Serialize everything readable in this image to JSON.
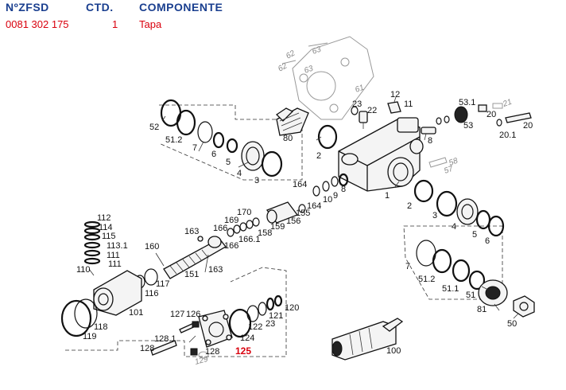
{
  "header": {
    "col_code": "NºZFSD",
    "col_qty": "CTD.",
    "col_component": "COMPONENTE"
  },
  "row": {
    "code": "0081 302 175",
    "qty": "1",
    "component": "Tapa"
  },
  "callouts": {
    "c52": "52",
    "c51_2a": "51.2",
    "c7a": "7",
    "c6a": "6",
    "c5a": "5",
    "c4a": "4",
    "c3a": "3",
    "c80": "80",
    "c2a": "2",
    "c23a": "23",
    "c22": "22",
    "c12": "12",
    "c11": "11",
    "c8a": "8",
    "c53_1": "53.1",
    "c53": "53",
    "c20": "20",
    "c20_1": "20.1",
    "c1": "1",
    "c164a": "164",
    "c10": "10",
    "c9": "9",
    "c8b": "8",
    "c2b": "2",
    "c155": "155",
    "c164b": "164",
    "c156": "156",
    "c159": "159",
    "c170": "170",
    "c169": "169",
    "c166a": "166",
    "c166_1": "166.1",
    "c158": "158",
    "c166b": "166",
    "c163a": "163",
    "c160": "160",
    "c163b": "163",
    "c151": "151",
    "c112": "112",
    "c114": "114",
    "c115": "115",
    "c113_1": "113.1",
    "c111a": "111",
    "c111b": "111",
    "c110": "110",
    "c117": "117",
    "c116": "116",
    "c101": "101",
    "c118": "118",
    "c119": "119",
    "c127": "127",
    "c126": "126",
    "c128_1": "128.1",
    "c128a": "128",
    "c128b": "128",
    "c125": "125",
    "c124": "124",
    "c122": "122",
    "c121": "121",
    "c23b": "23",
    "c120": "120",
    "c100": "100",
    "c3b": "3",
    "c4b": "4",
    "c5b": "5",
    "c6b": "6",
    "c7b": "7",
    "c51_2b": "51.2",
    "c51_1": "51.1",
    "c51": "51",
    "c81": "81",
    "c50": "50"
  },
  "ghost_callouts": {
    "g63a": "63",
    "g62": "62",
    "g63b": "63",
    "g61": "61",
    "g62b": "62",
    "g21": "21",
    "g58": "58",
    "g57": "57",
    "g129": "129"
  },
  "colors": {
    "header": "#1a3f8f",
    "highlight": "#d9000d"
  }
}
